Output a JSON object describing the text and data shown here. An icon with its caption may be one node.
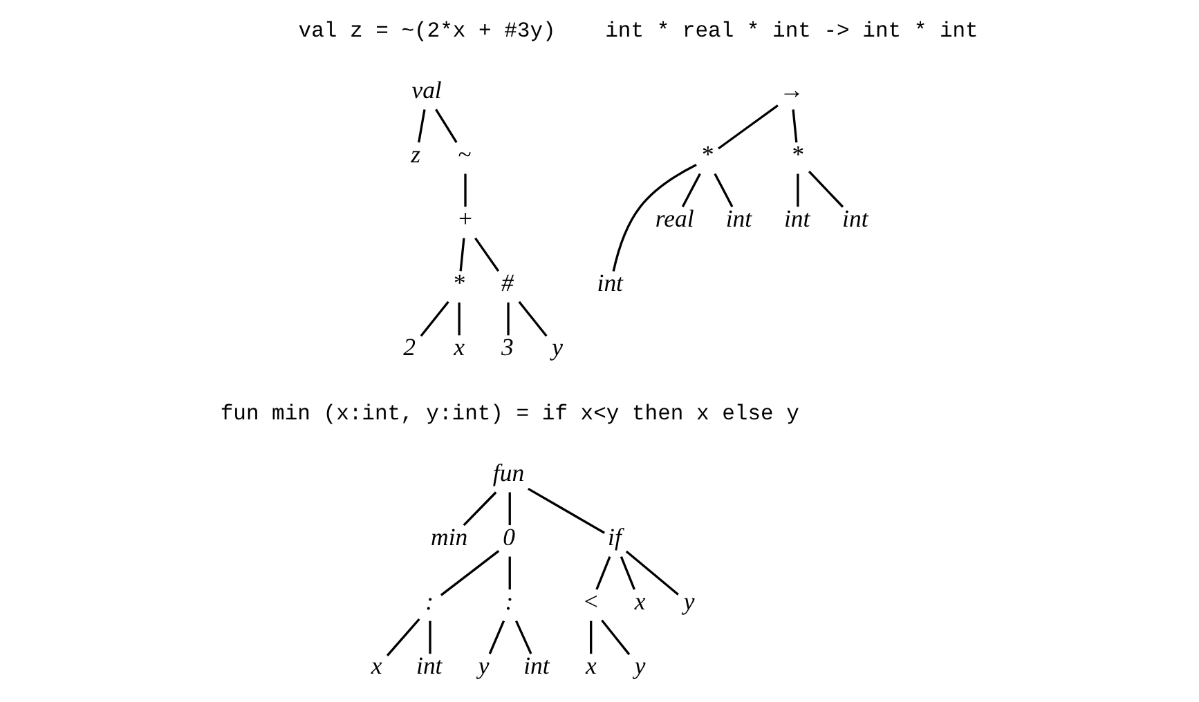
{
  "diagram": {
    "nodes": [
      {
        "text": [
          "→"
        ]
      },
      {
        "text": [
          "*"
        ]
      },
      {
        "text": [
          "*"
        ]
      },
      {
        "text": [
          "int"
        ]
      },
      {
        "text": [
          "real"
        ]
      },
      {
        "text": [
          "int"
        ]
      },
      {
        "text": [
          "int"
        ]
      },
      {
        "text": [
          "int"
        ]
      },
      {
        "text": [
          "val"
        ]
      },
      {
        "text": [
          "z"
        ]
      },
      {
        "text": [
          "~"
        ]
      },
      {
        "text": [
          "+"
        ]
      },
      {
        "text": [
          "*"
        ]
      },
      {
        "text": [
          "#"
        ]
      },
      {
        "text": [
          "2"
        ]
      },
      {
        "text": [
          "x"
        ]
      },
      {
        "text": [
          "3"
        ]
      },
      {
        "text": [
          "y"
        ]
      },
      {
        "text": [
          "fun"
        ]
      },
      {
        "text": [
          "min"
        ]
      },
      {
        "text": [
          "0"
        ]
      },
      {
        "text": [
          "if"
        ]
      },
      {
        "text": [
          ":"
        ]
      },
      {
        "text": [
          ":"
        ]
      },
      {
        "text": [
          "<"
        ]
      },
      {
        "text": [
          "x"
        ]
      },
      {
        "text": [
          "y"
        ]
      },
      {
        "text": [
          "x"
        ]
      },
      {
        "text": [
          "int"
        ]
      },
      {
        "text": [
          "y"
        ]
      },
      {
        "text": [
          "int"
        ]
      },
      {
        "text": [
          "x"
        ]
      },
      {
        "text": [
          "y"
        ]
      }
    ],
    "edges": [
      {
        "from": 0,
        "to": 1,
        "arrow": "none"
      },
      {
        "from": 0,
        "to": 2,
        "arrow": "none"
      },
      {
        "from": 1,
        "to": 3,
        "arrow": "none"
      },
      {
        "from": 1,
        "to": 4,
        "arrow": "none"
      },
      {
        "from": 1,
        "to": 5,
        "arrow": "none"
      },
      {
        "from": 2,
        "to": 6,
        "arrow": "none"
      },
      {
        "from": 2,
        "to": 7,
        "arrow": "none"
      },
      {
        "from": 8,
        "to": 9,
        "arrow": "none"
      },
      {
        "from": 8,
        "to": 10,
        "arrow": "none"
      },
      {
        "from": 10,
        "to": 11,
        "arrow": "none"
      },
      {
        "from": 11,
        "to": 12,
        "arrow": "none"
      },
      {
        "from": 11,
        "to": 13,
        "arrow": "none"
      },
      {
        "from": 12,
        "to": 14,
        "arrow": "none"
      },
      {
        "from": 12,
        "to": 15,
        "arrow": "none"
      },
      {
        "from": 13,
        "to": 16,
        "arrow": "none"
      },
      {
        "from": 13,
        "to": 17,
        "arrow": "none"
      },
      {
        "from": 18,
        "to": 19,
        "arrow": "none"
      },
      {
        "from": 18,
        "to": 20,
        "arrow": "none"
      },
      {
        "from": 18,
        "to": 21,
        "arrow": "none"
      },
      {
        "from": 20,
        "to": 22,
        "arrow": "none"
      },
      {
        "from": 20,
        "to": 23,
        "arrow": "none"
      },
      {
        "from": 21,
        "to": 24,
        "arrow": "none"
      },
      {
        "from": 21,
        "to": 25,
        "arrow": "none"
      },
      {
        "from": 21,
        "to": 26,
        "arrow": "none"
      },
      {
        "from": 22,
        "to": 27,
        "arrow": "none"
      },
      {
        "from": 22,
        "to": 28,
        "arrow": "none"
      },
      {
        "from": 23,
        "to": 29,
        "arrow": "none"
      },
      {
        "from": 23,
        "to": 30,
        "arrow": "none"
      },
      {
        "from": 24,
        "to": 31,
        "arrow": "none"
      },
      {
        "from": 24,
        "to": 32,
        "arrow": "none"
      }
    ],
    "labels": [
      "val z = ~(2*x + #3y)",
      "int * real * int -> int * int",
      "fun min (x:int, y:int) = if x<y then x else y"
    ]
  }
}
